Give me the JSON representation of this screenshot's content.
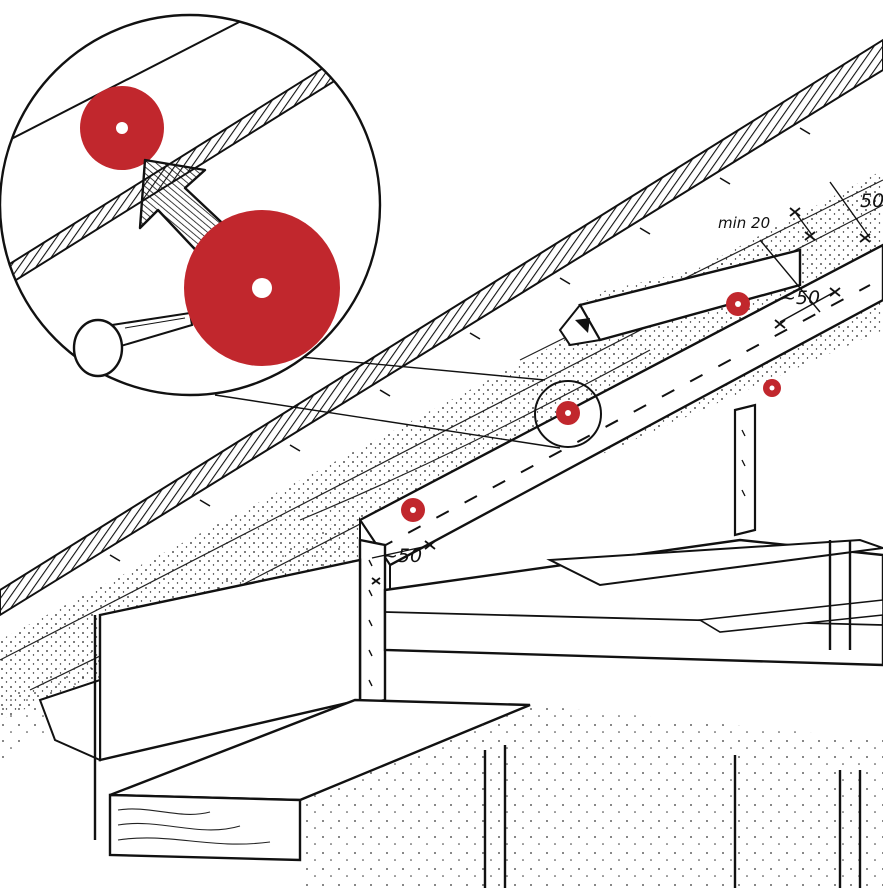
{
  "colors": {
    "ink": "#111111",
    "disc_red": "#c1272d",
    "paper": "#ffffff"
  },
  "dimensions": {
    "min_edge": "min 20",
    "spacing_top": "50",
    "spacing_mid": "~50",
    "spacing_low": "~50"
  },
  "icons": {
    "arrow": "hatched-arrow-icon",
    "nail": "nail-icon",
    "disc": "red-washer-disc-icon"
  }
}
